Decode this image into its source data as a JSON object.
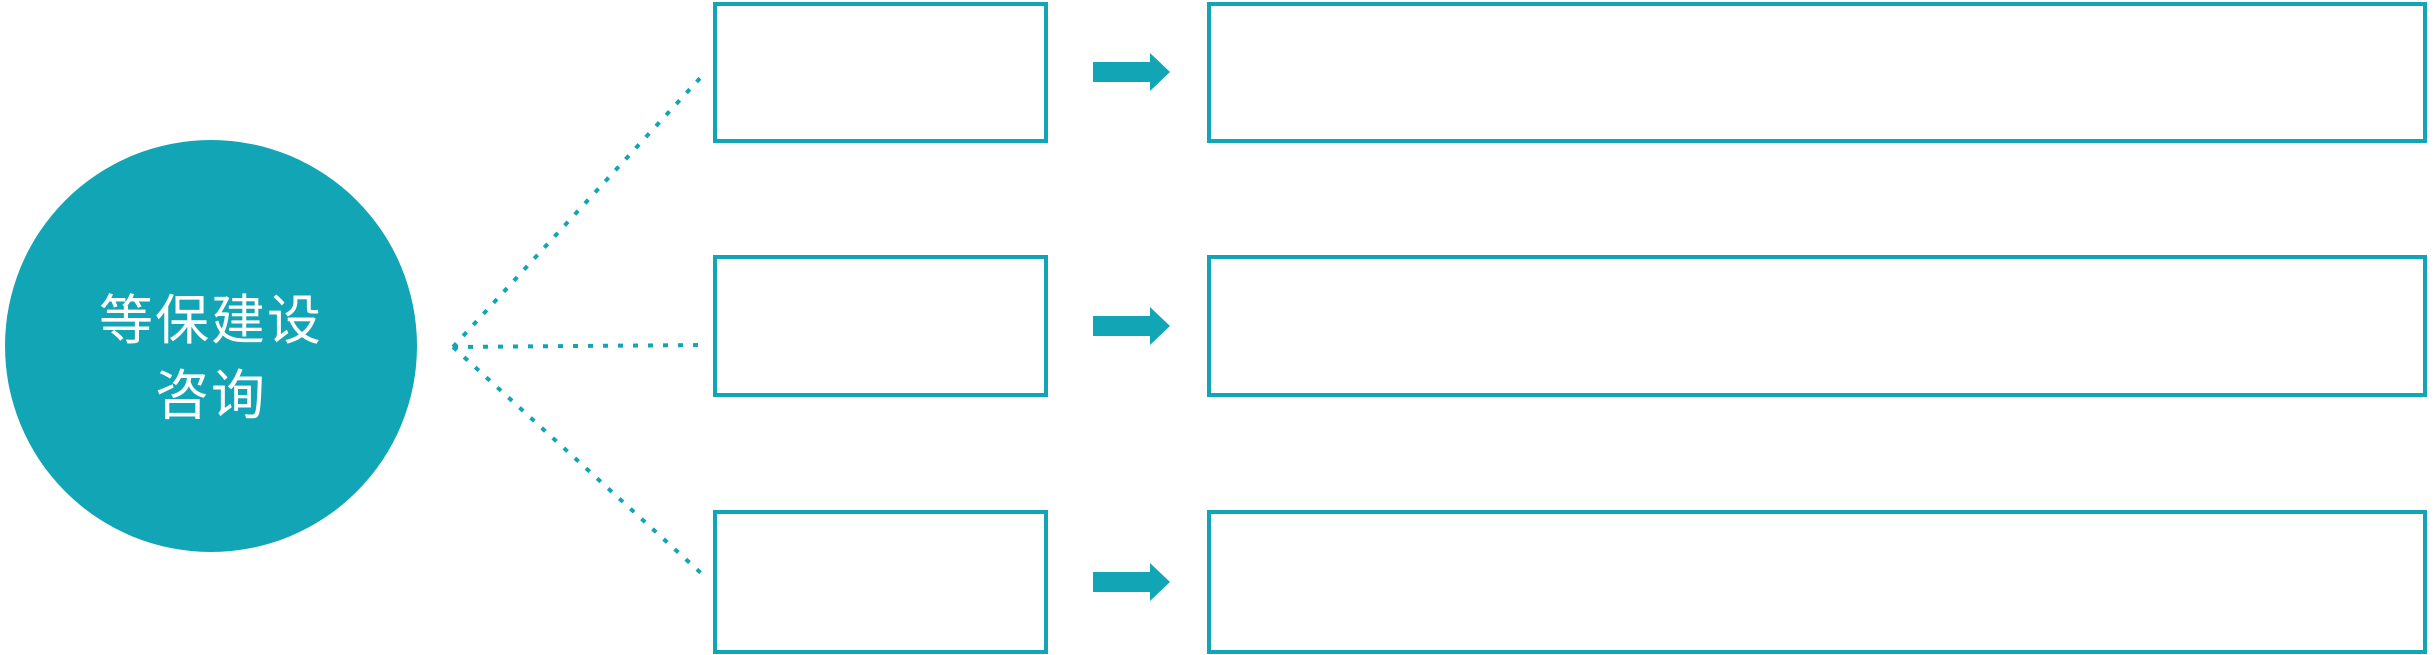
{
  "colors": {
    "accent": "#11A5B5",
    "background": "#ffffff",
    "text_on_accent": "#ffffff"
  },
  "circle": {
    "label_line1": "等保建设",
    "label_line2": "咨询"
  },
  "rows": [
    {
      "item_text": "",
      "detail_text": "",
      "arrow_icon": "right-block-arrow",
      "connector_icon": "dotted-line"
    },
    {
      "item_text": "",
      "detail_text": "",
      "arrow_icon": "right-block-arrow",
      "connector_icon": "dotted-line"
    },
    {
      "item_text": "",
      "detail_text": "",
      "arrow_icon": "right-block-arrow",
      "connector_icon": "dotted-line"
    }
  ],
  "icons": {
    "hub": "teal-circle",
    "connector": "dotted-line",
    "flow_arrow": "right-block-arrow"
  }
}
